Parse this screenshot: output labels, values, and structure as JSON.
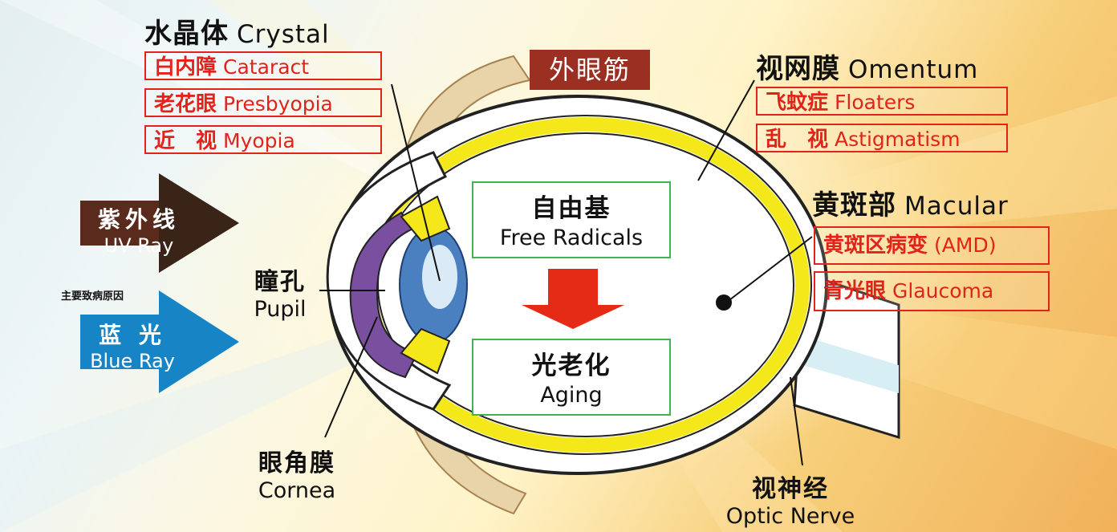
{
  "crystal": {
    "title_zh": "水晶体",
    "title_en": "Crystal",
    "conditions": [
      {
        "zh": "白内障",
        "en": "Cataract"
      },
      {
        "zh": "老花眼",
        "en": "Presbyopia"
      },
      {
        "zh": "近　视",
        "en": "Myopia"
      }
    ]
  },
  "muscle": {
    "label": "外眼筋"
  },
  "omentum": {
    "title_zh": "视网膜",
    "title_en": "Omentum",
    "conditions": [
      {
        "zh": "飞蚊症",
        "en": "Floaters"
      },
      {
        "zh": "乱　视",
        "en": "Astigmatism"
      }
    ]
  },
  "macular": {
    "title_zh": "黄斑部",
    "title_en": "Macular",
    "conditions": [
      {
        "zh": "黄斑区病变",
        "en": "(AMD)"
      },
      {
        "zh": "青光眼",
        "en": "Glaucoma"
      }
    ]
  },
  "uv_ray": {
    "zh": "紫外线",
    "en": "UV Ray",
    "color": "#3a2418"
  },
  "main_cause_note": "主要致病原因",
  "blue_ray": {
    "zh": "蓝 光",
    "en": "Blue Ray",
    "color": "#1784c6"
  },
  "pupil": {
    "zh": "瞳孔",
    "en": "Pupil"
  },
  "cornea": {
    "zh": "眼角膜",
    "en": "Cornea"
  },
  "optic_nerve": {
    "zh": "视神经",
    "en": "Optic Nerve"
  },
  "free_radicals": {
    "zh": "自由基",
    "en": "Free Radicals"
  },
  "aging": {
    "zh": "光老化",
    "en": "Aging"
  },
  "colors": {
    "accent_red": "#e2231a",
    "green_border": "#3fb34f",
    "muscle_brown": "#9a2f22",
    "lens_yellow": "#f4e81a",
    "iris_purple": "#7a4fa0"
  }
}
